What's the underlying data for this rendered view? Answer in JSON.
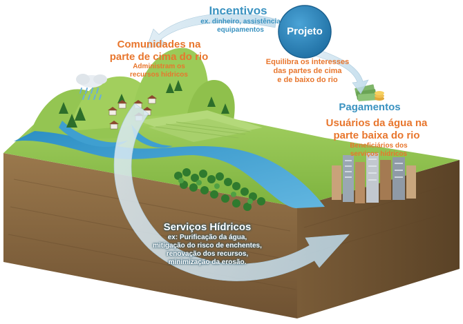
{
  "labels": {
    "incentivos_title": "Incentivos",
    "incentivos_examples": "ex. dinheiro, assistência\nequipamentos",
    "projeto": "Projeto",
    "comunidades_title": "Comunidades na\nparte de cima do rio",
    "comunidades_sub": "Administram os\nrecursos hídricos",
    "equilibra": "Equilibra os interesses\ndas partes de cima\ne de baixo do rio",
    "pagamentos": "Pagamentos",
    "usuarios_title": "Usuários da água na\nparte baixa do rio",
    "usuarios_sub": "Beneficiários dos\nserviços hídricos",
    "servicos_title": "Serviços Hídricos",
    "servicos_examples": "ex: Purificação da água,\nmitigação do risco de enchentes,\nrenovação dos recursos,\nminimização da erosão."
  },
  "colors": {
    "orange_text": "#e8762d",
    "blue_text": "#3a92c0",
    "grass": "#8bc34a",
    "soil": "#8a6a43",
    "river": "#3f9fd0",
    "projeto_circle": "#2f7fb6"
  }
}
